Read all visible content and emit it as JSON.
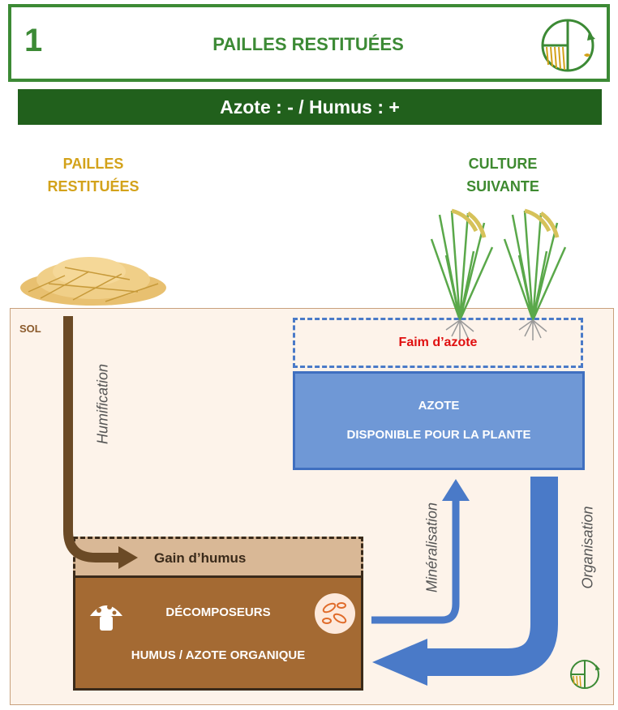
{
  "header": {
    "number": "1",
    "title": "PAILLES RESTITUÉES"
  },
  "subheader": "Azote : - / Humus : +",
  "labels": {
    "straw_line1": "PAILLES",
    "straw_line2": "RESTITUÉES",
    "crop_line1": "CULTURE",
    "crop_line2": "SUIVANTE"
  },
  "soil": {
    "label": "SOL",
    "nitrogen_hunger": "Faim d’azote",
    "available_nitrogen_line1": "AZOTE",
    "available_nitrogen_line2": "DISPONIBLE POUR LA PLANTE",
    "humus_gain": "Gain d’humus",
    "decomposers": "DÉCOMPOSEURS",
    "organic": "HUMUS / AZOTE ORGANIQUE"
  },
  "processes": {
    "humification": "Humification",
    "mineralisation": "Minéralisation",
    "organisation": "Organisation"
  },
  "icons": [
    "cycle-logo-icon",
    "straw-pile-icon",
    "rice-plant-icon",
    "mushroom-icon",
    "bacteria-icon"
  ],
  "colors": {
    "green": "#3c8a35",
    "dark_green": "#21601c",
    "gold": "#d3a21a",
    "blue": "#4a7ac8",
    "brown": "#a46a33",
    "red": "#e01010"
  }
}
